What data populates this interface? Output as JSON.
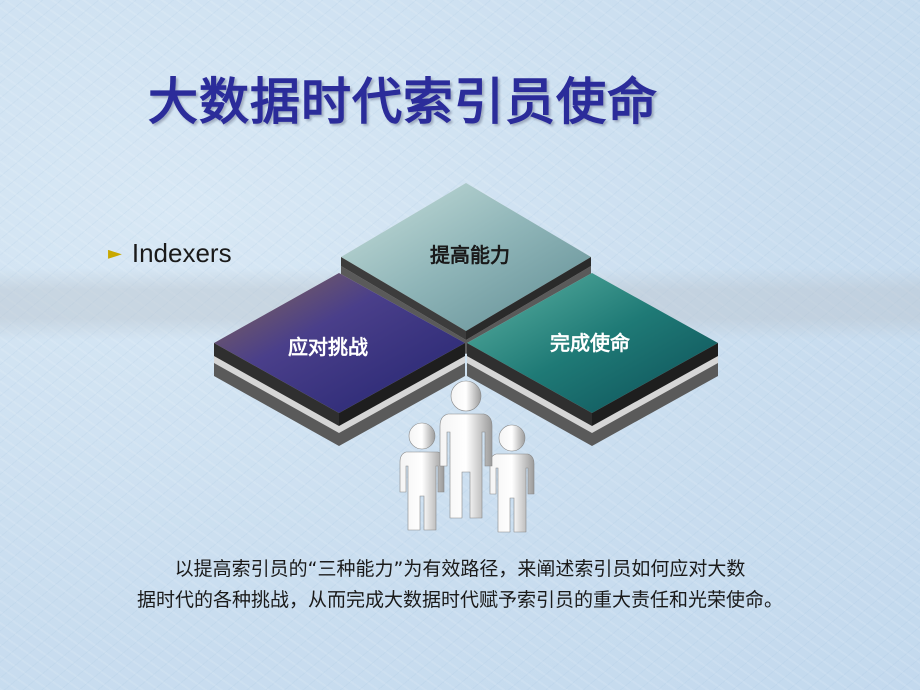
{
  "slide": {
    "title": "大数据时代索引员使命",
    "bullet": {
      "icon": "triangle-right-icon",
      "text": "Indexers"
    },
    "diagram": {
      "top_tile": "提高能力",
      "left_tile": "应对挑战",
      "right_tile": "完成使命",
      "figures_icon": "people-group-icon"
    },
    "caption": {
      "line1": "以提高索引员的“三种能力”为有效路径，来阐述索引员如何应对大数",
      "line2": "据时代的各种挑战，从而完成大数据时代赋予索引员的重大责任和光荣使命。"
    },
    "colors": {
      "title": "#2b2c9a",
      "top_tile": "#8fb5b8",
      "left_tile": "#3a3a8c",
      "right_tile": "#1f7a76",
      "bullet_icon": "#c8a800"
    }
  }
}
